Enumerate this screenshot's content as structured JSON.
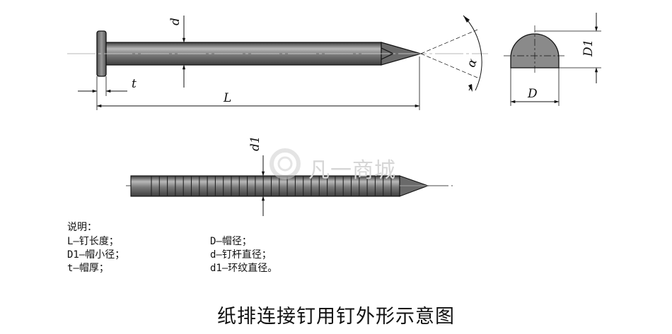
{
  "labels": {
    "d": "d",
    "t": "t",
    "L": "L",
    "alpha": "α",
    "D": "D",
    "D1": "D1",
    "d1": "d1"
  },
  "legend": {
    "title": "说明：",
    "items": [
      "L—钉长度；",
      "D—帽径；",
      "D1—帽小径；",
      "d—钉杆直径；",
      "t—帽厚；",
      "d1—环纹直径。"
    ]
  },
  "caption": "纸排连接钉用钉外形示意图",
  "watermark": "凡一商城",
  "colors": {
    "line": "#111111",
    "shank_fill": "#6e6e6e",
    "shank_highlight": "#b4b4b4",
    "head_fill": "#888888",
    "watermark": "#d6d6d6"
  }
}
